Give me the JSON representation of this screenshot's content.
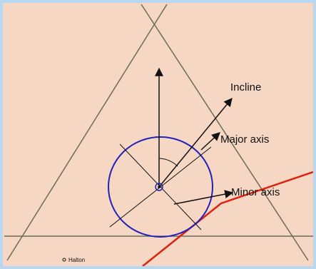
{
  "labels": {
    "incline": "Incline",
    "major_axis": "Major axis",
    "minor_axis": "Minor axis",
    "town": "Halton"
  },
  "colors": {
    "background": "#f5d7c3",
    "frame": "#b8d7f0",
    "ellipse": "#2222bb",
    "road": "#dd2211",
    "lines": "#6b6b5a",
    "arrows": "#111111"
  }
}
